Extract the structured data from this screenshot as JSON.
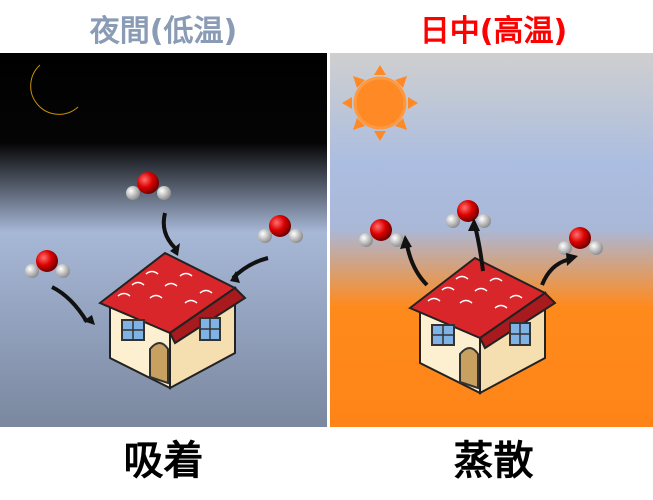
{
  "night": {
    "title": "夜間(低温)",
    "caption": "吸着",
    "title_color": "#8a9bb5"
  },
  "day": {
    "title": "日中(高温)",
    "caption": "蒸散",
    "title_color": "#ff0000"
  }
}
